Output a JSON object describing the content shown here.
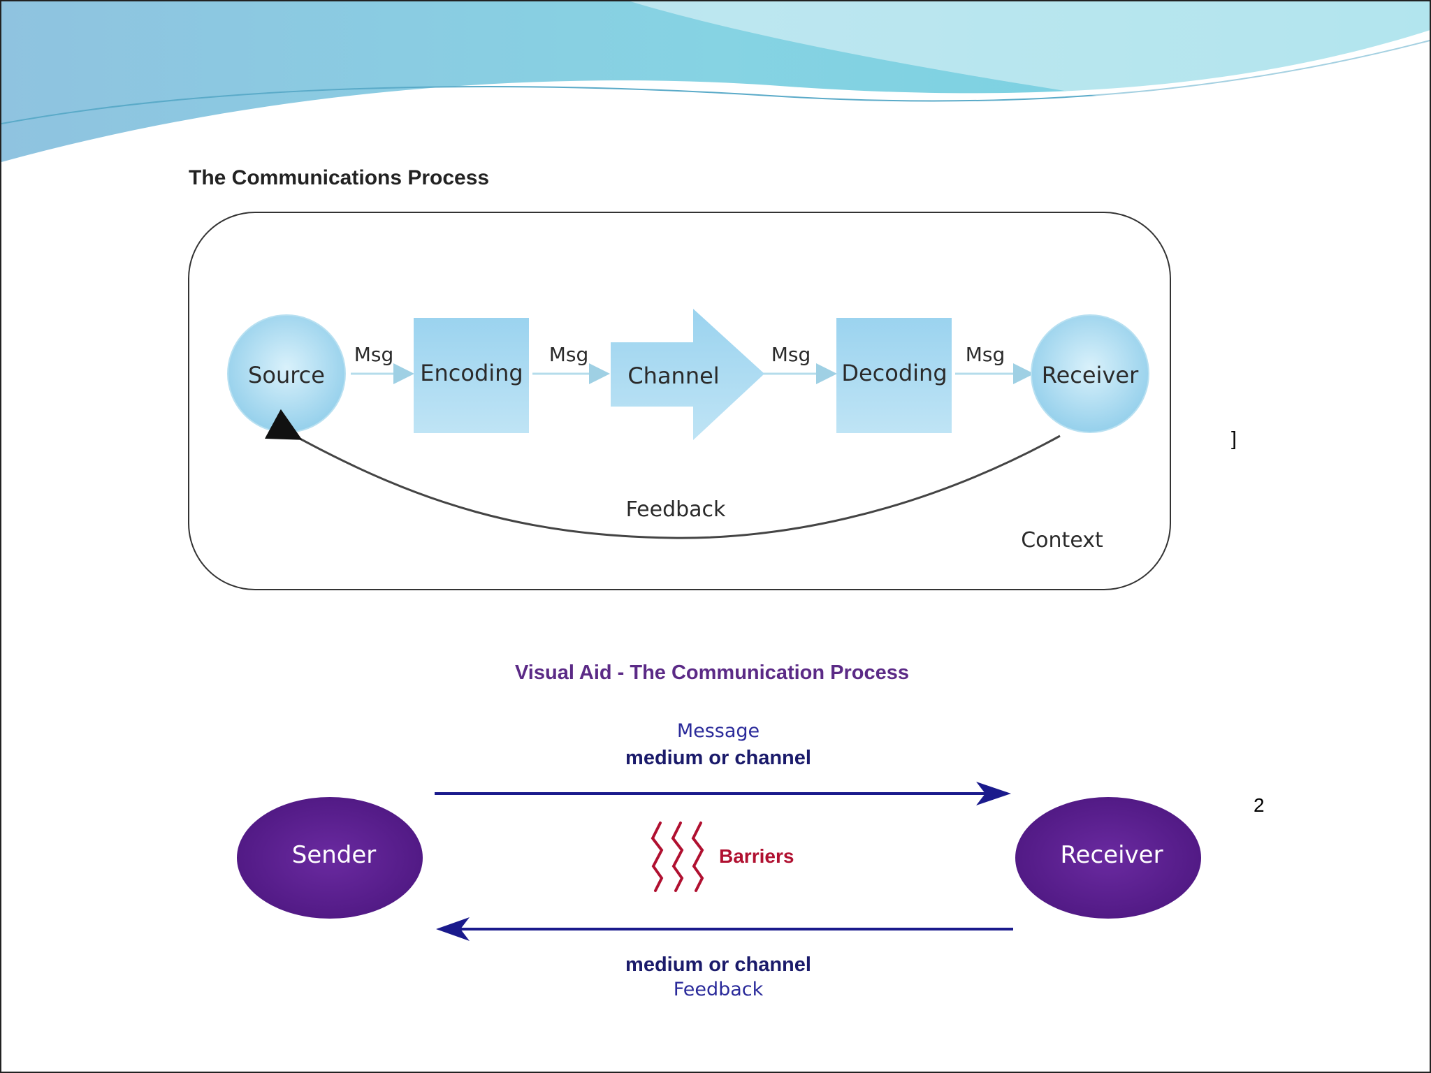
{
  "diagram1": {
    "title": "The Communications Process",
    "nodes": {
      "source": "Source",
      "encoding": "Encoding",
      "channel": "Channel",
      "decoding": "Decoding",
      "receiver": "Receiver"
    },
    "msg_labels": [
      "Msg",
      "Msg",
      "Msg",
      "Msg"
    ],
    "feedback": "Feedback",
    "context": "Context"
  },
  "diagram2": {
    "title": "Visual Aid - The Communication Process",
    "top_message": "Message",
    "top_medium": "medium or channel",
    "sender": "Sender",
    "receiver": "Receiver",
    "barriers": "Barriers",
    "bottom_medium": "medium or channel",
    "bottom_feedback": "Feedback"
  },
  "side_marks": [
    "]",
    "2"
  ],
  "colors": {
    "node_blue": "#a8d8f0",
    "purple": "#5b1f8f",
    "arrow_navy": "#1a1a8c",
    "barrier_red": "#b01030",
    "wave_cyan": "#7fd6e6"
  }
}
